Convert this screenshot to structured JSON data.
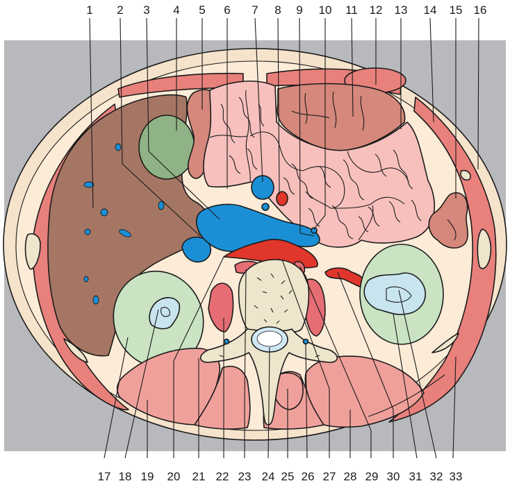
{
  "labels_top": [
    "1",
    "2",
    "3",
    "4",
    "5",
    "6",
    "7",
    "8",
    "9",
    "10",
    "11",
    "12",
    "13",
    "14",
    "15",
    "16"
  ],
  "labels_bottom": [
    "17",
    "18",
    "19",
    "20",
    "21",
    "22",
    "23",
    "24",
    "25",
    "26",
    "27",
    "28",
    "29",
    "30",
    "31",
    "32",
    "33"
  ],
  "colors": {
    "background_panel": "#b8b9bd",
    "fat": "#fbebd7",
    "skin_band": "#f6e3cb",
    "muscle": "#e8807b",
    "muscle_light": "#f0a09b",
    "liver": "#a67664",
    "gallbladder": "#8fb386",
    "bowel": "#f7c0bd",
    "colon": "#d5887b",
    "vein": "#1a8fd6",
    "artery": "#e0362c",
    "kidney": "#c9e3c3",
    "renal_pelvis": "#c8e4ee",
    "bone": "#ede5cc",
    "crus": "#e56d73"
  }
}
